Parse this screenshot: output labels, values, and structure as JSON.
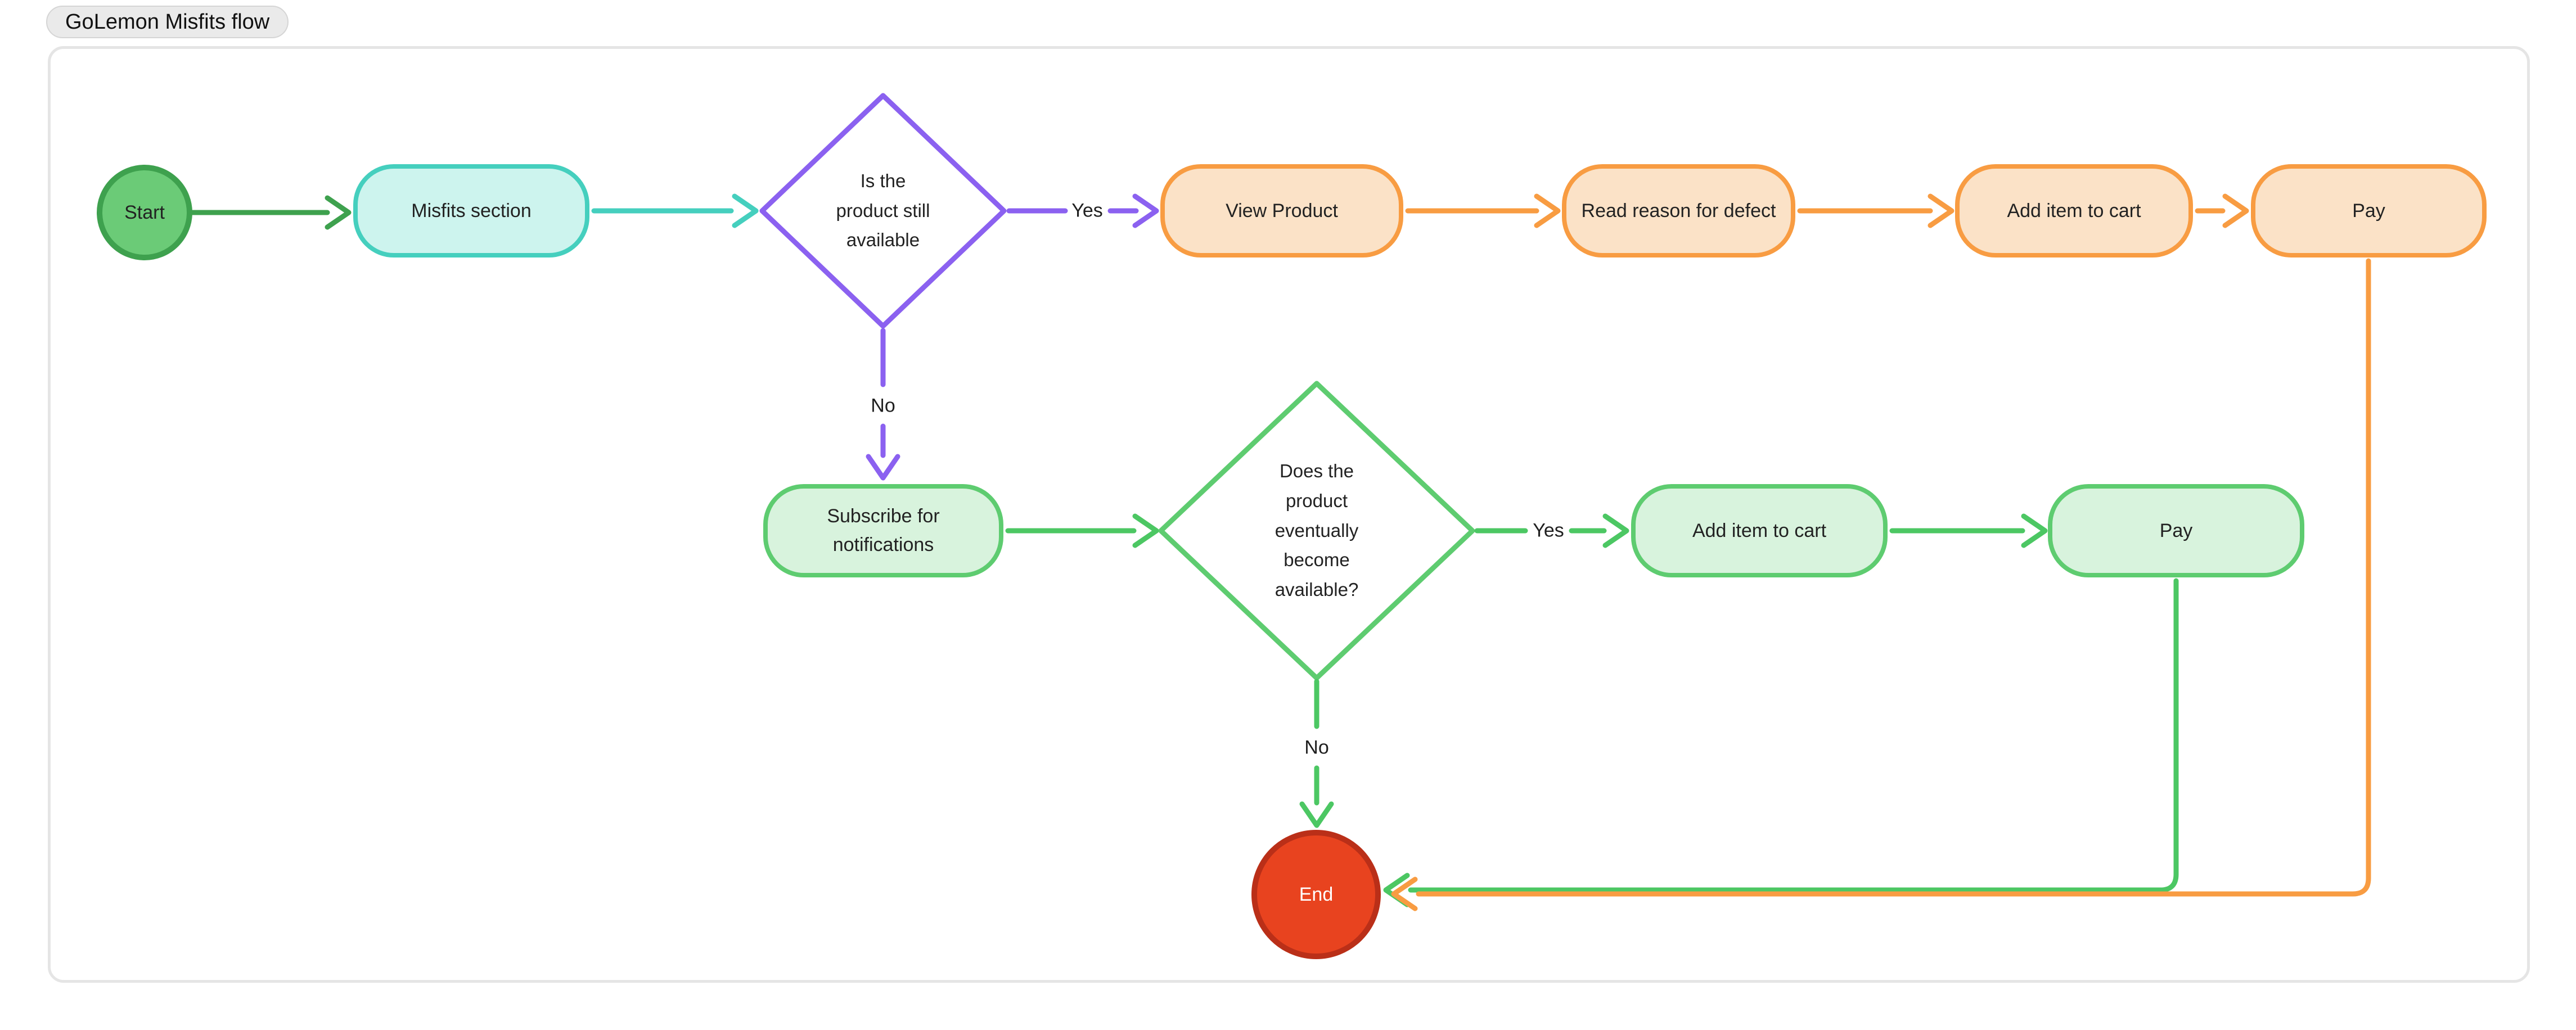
{
  "title": "GoLemon Misfits flow",
  "nodes": {
    "start": {
      "label": "Start",
      "shape": "circle",
      "color_role": "green-start"
    },
    "misfits": {
      "label": "Misfits section",
      "shape": "rounded",
      "color_role": "teal"
    },
    "q_available": {
      "label": "Is the\nproduct still\navailable",
      "shape": "diamond",
      "color_role": "purple"
    },
    "view_product": {
      "label": "View Product",
      "shape": "rounded",
      "color_role": "orange"
    },
    "read_reason": {
      "label": "Read reason for defect",
      "shape": "rounded",
      "color_role": "orange"
    },
    "add_cart_o": {
      "label": "Add item to cart",
      "shape": "rounded",
      "color_role": "orange"
    },
    "pay_o": {
      "label": "Pay",
      "shape": "rounded",
      "color_role": "orange"
    },
    "subscribe": {
      "label": "Subscribe for\nnotifications",
      "shape": "rounded",
      "color_role": "green"
    },
    "q_eventually": {
      "label": "Does the\nproduct\neventually\nbecome\navailable?",
      "shape": "diamond",
      "color_role": "green"
    },
    "add_cart_g": {
      "label": "Add item to cart",
      "shape": "rounded",
      "color_role": "green"
    },
    "pay_g": {
      "label": "Pay",
      "shape": "rounded",
      "color_role": "green"
    },
    "end": {
      "label": "End",
      "shape": "circle",
      "color_role": "red-end"
    }
  },
  "edges": [
    {
      "from": "start",
      "to": "misfits",
      "label": "",
      "color_role": "dark-green"
    },
    {
      "from": "misfits",
      "to": "q_available",
      "label": "",
      "color_role": "teal"
    },
    {
      "from": "q_available",
      "to": "view_product",
      "label": "Yes",
      "color_role": "purple"
    },
    {
      "from": "view_product",
      "to": "read_reason",
      "label": "",
      "color_role": "orange"
    },
    {
      "from": "read_reason",
      "to": "add_cart_o",
      "label": "",
      "color_role": "orange"
    },
    {
      "from": "add_cart_o",
      "to": "pay_o",
      "label": "",
      "color_role": "orange"
    },
    {
      "from": "q_available",
      "to": "subscribe",
      "label": "No",
      "color_role": "purple"
    },
    {
      "from": "subscribe",
      "to": "q_eventually",
      "label": "",
      "color_role": "green"
    },
    {
      "from": "q_eventually",
      "to": "add_cart_g",
      "label": "Yes",
      "color_role": "green"
    },
    {
      "from": "add_cart_g",
      "to": "pay_g",
      "label": "",
      "color_role": "green"
    },
    {
      "from": "q_eventually",
      "to": "end",
      "label": "No",
      "color_role": "green"
    },
    {
      "from": "pay_g",
      "to": "end",
      "label": "",
      "color_role": "green"
    },
    {
      "from": "pay_o",
      "to": "end",
      "label": "",
      "color_role": "orange"
    }
  ],
  "edge_labels": {
    "q1_yes": "Yes",
    "q1_no": "No",
    "q2_yes": "Yes",
    "q2_no": "No"
  },
  "colors": {
    "start_fill": "#6bcb77",
    "start_border": "#3ea14e",
    "teal_fill": "#cdf4ee",
    "teal_border": "#45cfbe",
    "purple_fill": "#dcd3fb",
    "purple_border": "#8b61f0",
    "orange_fill": "#fbe2c7",
    "orange_border": "#f89c42",
    "green_fill": "#d8f3dd",
    "green_border": "#5ecc70",
    "green_arrow": "#4cc763",
    "dark_green_arrow": "#3ea14e",
    "end_fill": "#e8431f",
    "end_border": "#ba2f18",
    "label_text": "#1f1f1f",
    "container_border": "#e5e5e5",
    "chip_bg": "#eaeaea",
    "chip_border": "#d5d5d5"
  }
}
